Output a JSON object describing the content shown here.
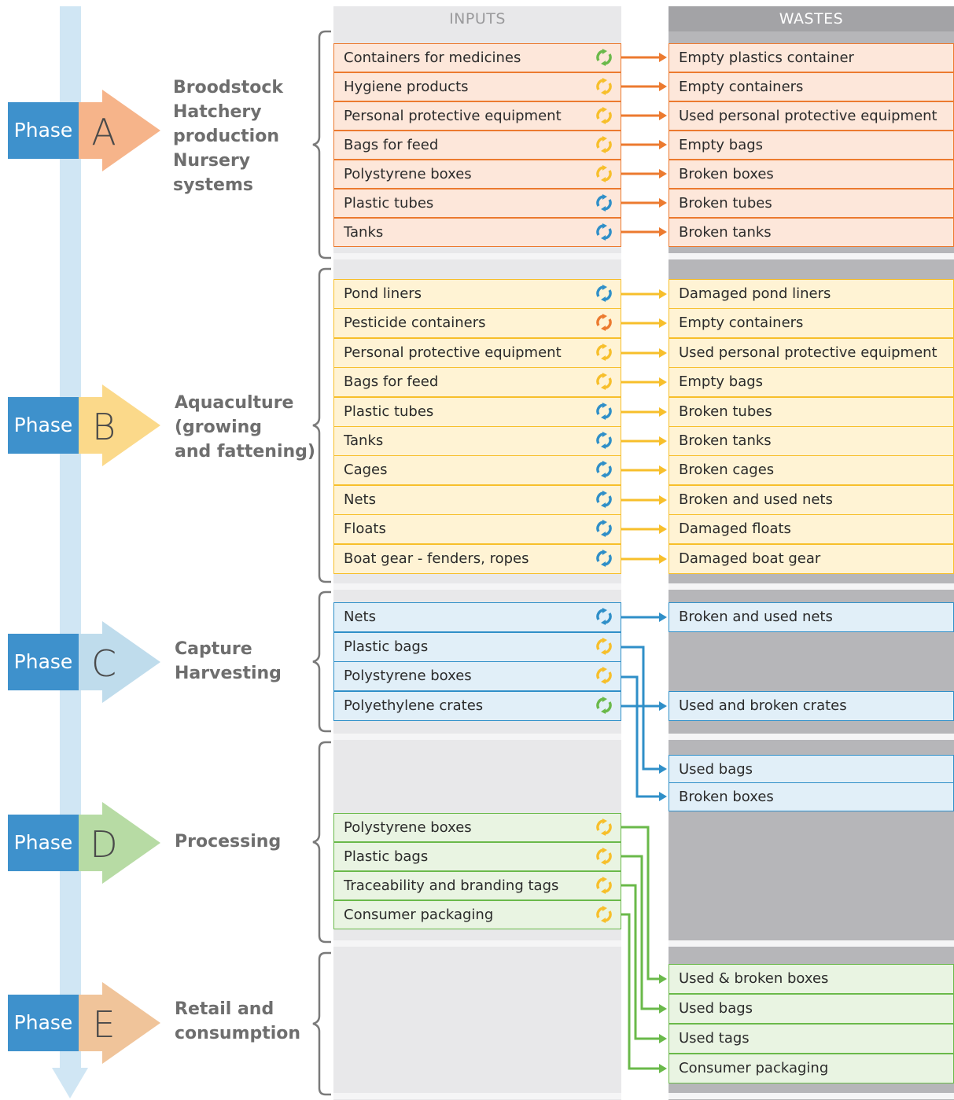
{
  "columns": {
    "inputs": "INPUTS",
    "wastes": "WASTES"
  },
  "colors": {
    "A": "#ec7a2f",
    "B": "#f7bf2b",
    "C": "#2f8fc8",
    "D": "#6ab94a",
    "E": "#f0b37e",
    "phase_label_bg": "#3e91cc"
  },
  "recycle_icon_colors": {
    "green": "#6ab94a",
    "yellow": "#f7bf2b",
    "blue": "#2f8fc8",
    "orange": "#ec7a2f"
  },
  "phases": [
    {
      "id": "A",
      "label": "Phase",
      "letter": "A",
      "name": "Broodstock\nHatchery\nproduction\nNursery\nsystems",
      "arrow_color": "#f6b48a"
    },
    {
      "id": "B",
      "label": "Phase",
      "letter": "B",
      "name": "Aquaculture\n(growing\nand fattening)",
      "arrow_color": "#fbd98a"
    },
    {
      "id": "C",
      "label": "Phase",
      "letter": "C",
      "name": "Capture\nHarvesting",
      "arrow_color": "#bfdcec"
    },
    {
      "id": "D",
      "label": "Phase",
      "letter": "D",
      "name": "Processing",
      "arrow_color": "#b7dba4"
    },
    {
      "id": "E",
      "label": "Phase",
      "letter": "E",
      "name": "Retail and\nconsumption",
      "arrow_color": "#f0c49a"
    }
  ],
  "inputs": {
    "A": [
      {
        "label": "Containers for medicines",
        "icon": "green"
      },
      {
        "label": "Hygiene products",
        "icon": "yellow"
      },
      {
        "label": "Personal protective equipment",
        "icon": "yellow"
      },
      {
        "label": "Bags for feed",
        "icon": "yellow"
      },
      {
        "label": "Polystyrene boxes",
        "icon": "yellow"
      },
      {
        "label": "Plastic tubes",
        "icon": "blue"
      },
      {
        "label": "Tanks",
        "icon": "blue"
      }
    ],
    "B": [
      {
        "label": "Pond liners",
        "icon": "blue"
      },
      {
        "label": "Pesticide containers",
        "icon": "orange"
      },
      {
        "label": "Personal protective equipment",
        "icon": "yellow"
      },
      {
        "label": "Bags for feed",
        "icon": "yellow"
      },
      {
        "label": "Plastic tubes",
        "icon": "blue"
      },
      {
        "label": "Tanks",
        "icon": "blue"
      },
      {
        "label": "Cages",
        "icon": "blue"
      },
      {
        "label": "Nets",
        "icon": "blue"
      },
      {
        "label": "Floats",
        "icon": "blue"
      },
      {
        "label": "Boat gear - fenders, ropes",
        "icon": "blue"
      }
    ],
    "C": [
      {
        "label": "Nets",
        "icon": "blue"
      },
      {
        "label": "Plastic bags",
        "icon": "yellow"
      },
      {
        "label": "Polystyrene boxes",
        "icon": "yellow"
      },
      {
        "label": "Polyethylene crates",
        "icon": "green"
      }
    ],
    "D": [
      {
        "label": "Polystyrene boxes",
        "icon": "yellow"
      },
      {
        "label": "Plastic bags",
        "icon": "yellow"
      },
      {
        "label": "Traceability and branding tags",
        "icon": "yellow"
      },
      {
        "label": "Consumer packaging",
        "icon": "yellow"
      }
    ]
  },
  "wastes": {
    "A": [
      "Empty plastics container",
      "Empty containers",
      "Used personal protective equipment",
      "Empty bags",
      "Broken boxes",
      "Broken tubes",
      "Broken tanks"
    ],
    "B": [
      "Damaged pond liners",
      "Empty containers",
      "Used personal protective equipment",
      "Empty bags",
      "Broken tubes",
      "Broken tanks",
      "Broken cages",
      "Broken and used nets",
      "Damaged floats",
      "Damaged boat gear"
    ],
    "C": [
      "Broken and used nets",
      "Used and broken crates"
    ],
    "C_to_D": [
      "Used bags",
      "Broken boxes"
    ],
    "D_to_E": [
      "Used & broken boxes",
      "Used bags",
      "Used tags",
      "Consumer packaging"
    ]
  }
}
